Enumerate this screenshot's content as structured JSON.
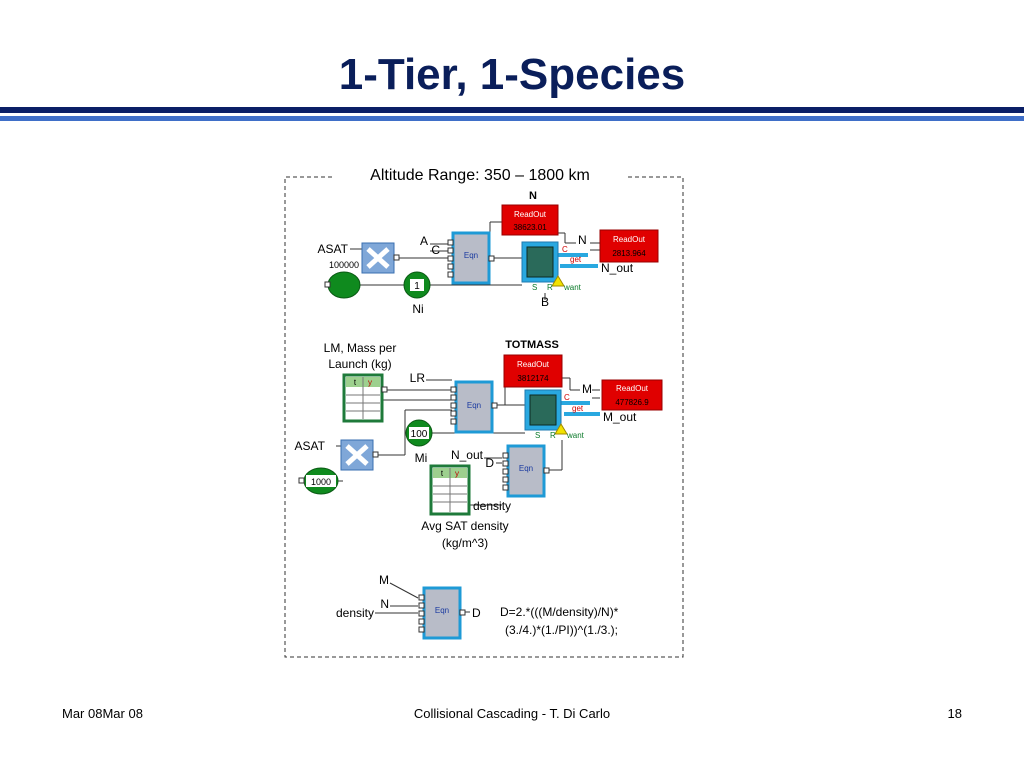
{
  "slide": {
    "title": "1-Tier, 1-Species",
    "footer_left": "Mar 08Mar 08",
    "footer_center": "Collisional Cascading - T. Di Carlo",
    "footer_right": "18"
  },
  "colors": {
    "title": "#0a1e5a",
    "bar_dark": "#0a1f66",
    "bar_light": "#3f6fc8",
    "readout_red": "#e00000",
    "stock_green": "#1e7a3a",
    "eqn_blue": "#1e9ad6"
  },
  "diagram": {
    "range_label": "Altitude Range: 350 – 1800 km",
    "top": {
      "section_label": "N",
      "asat_label": "ASAT",
      "asat_value": "100000",
      "ni_value": "1",
      "ni_label": "Ni",
      "port_a": "A",
      "port_c": "C",
      "eqn_label": "Eqn",
      "readout1_title": "ReadOut",
      "readout1_value": "38623.01",
      "readout2_title": "ReadOut",
      "readout2_value": "2813.964",
      "n_label": "N",
      "c_label": "C",
      "get_label": "get",
      "n_out_label": "N_out",
      "s_label": "S",
      "r_label": "R",
      "want_label": "want",
      "b_label": "B"
    },
    "middle": {
      "section_label": "TOTMASS",
      "lm_label_line1": "LM, Mass per",
      "lm_label_line2": "Launch (kg)",
      "table_t": "t",
      "table_y": "y",
      "lr_label": "LR",
      "eqn_label": "Eqn",
      "readout1_title": "ReadOut",
      "readout1_value": "3812174",
      "readout2_title": "ReadOut",
      "readout2_value": "477826.9",
      "m_label": "M",
      "c_label": "C",
      "get_label": "get",
      "m_out_label": "M_out",
      "s_label": "S",
      "r_label": "R",
      "want_label": "want",
      "mi_value": "100",
      "mi_label": "Mi",
      "asat_label": "ASAT",
      "asat_value": "1000",
      "n_out_label": "N_out",
      "d_label": "D",
      "eqn2_label": "Eqn",
      "density_port": "density",
      "table2_t": "t",
      "table2_y": "y",
      "avg_label_line1": "Avg SAT density",
      "avg_label_line2": "(kg/m^3)"
    },
    "bottom": {
      "m_label": "M",
      "n_label": "N",
      "density_label": "density",
      "eqn_label": "Eqn",
      "d_label": "D",
      "formula_line1": "D=2.*(((M/density)/N)*",
      "formula_line2": "(3./4.)*(1./PI))^(1./3.);"
    }
  }
}
